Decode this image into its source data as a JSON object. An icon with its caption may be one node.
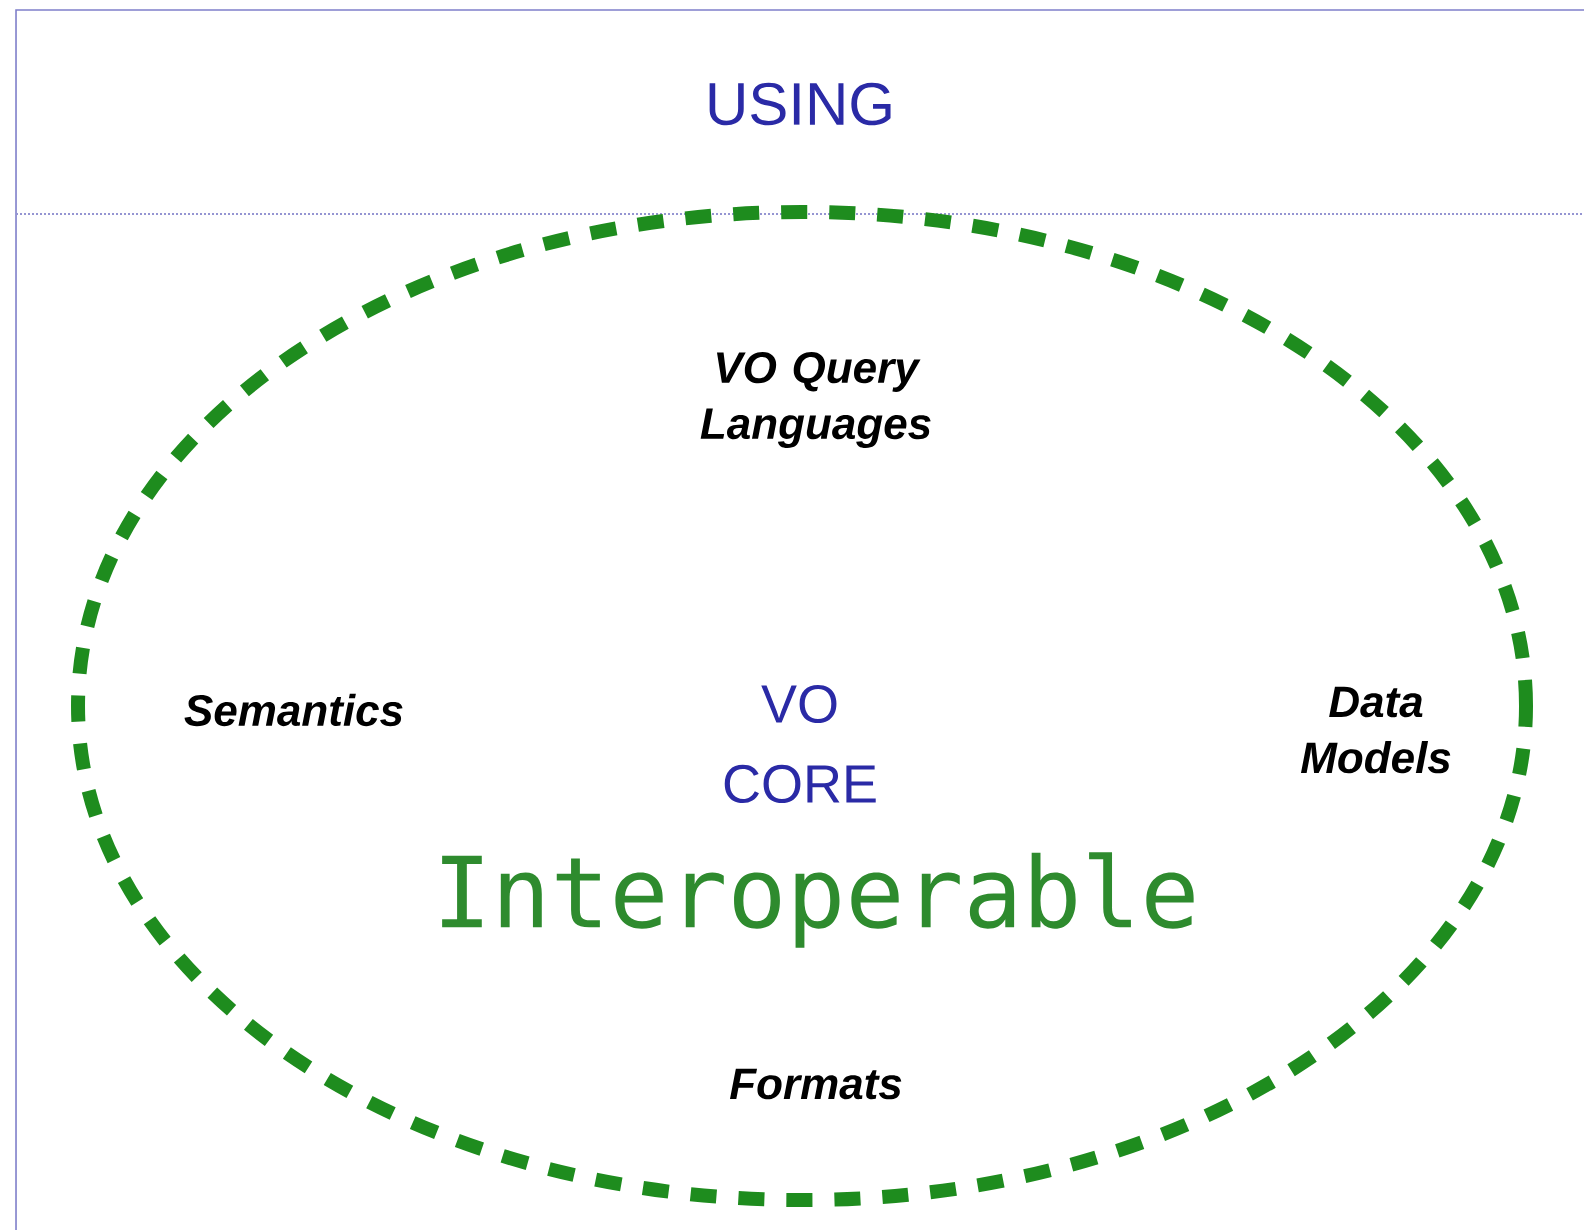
{
  "diagram": {
    "title": "USING",
    "labels": [
      "VO Query Languages",
      "Semantics",
      "VO CORE",
      "Data Models",
      "Interoperable",
      "Formats"
    ]
  }
}
